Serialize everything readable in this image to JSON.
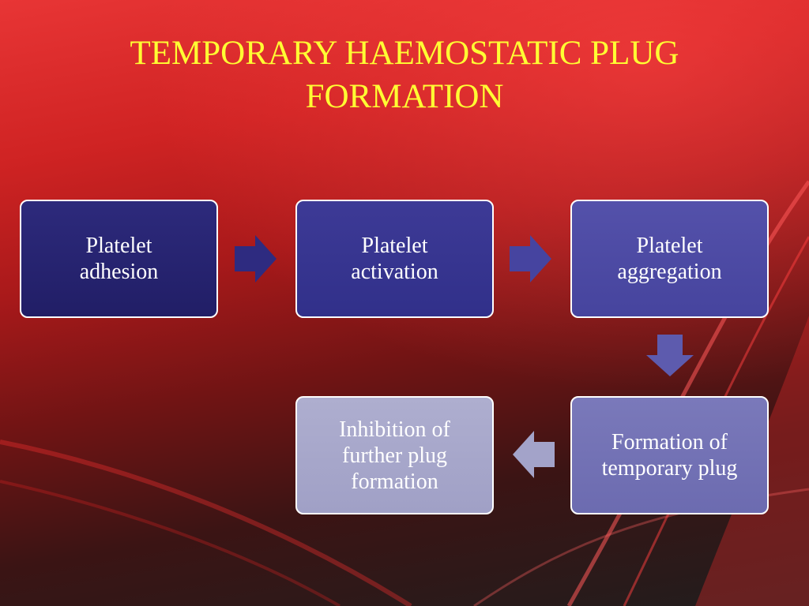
{
  "slide": {
    "title_line1": "TEMPORARY HAEMOSTATIC PLUG",
    "title_line2": "FORMATION"
  },
  "steps": [
    {
      "line1": "Platelet",
      "line2": "adhesion",
      "color": "#25226f"
    },
    {
      "line1": "Platelet",
      "line2": "activation",
      "color": "#35338e"
    },
    {
      "line1": "Platelet",
      "line2": "aggregation",
      "color": "#4a48a2"
    },
    {
      "line1": "Formation of",
      "line2": "temporary plug",
      "color": "#7170b3"
    },
    {
      "line1": "Inhibition of",
      "line2": "further plug",
      "line3": "formation",
      "color": "#a6a6ca"
    }
  ],
  "colors": {
    "title": "#ffff33",
    "arrow_1": "#2e2b80",
    "arrow_2": "#4644a0",
    "arrow_3": "#5d5bae",
    "arrow_4": "#a3a3c9"
  }
}
